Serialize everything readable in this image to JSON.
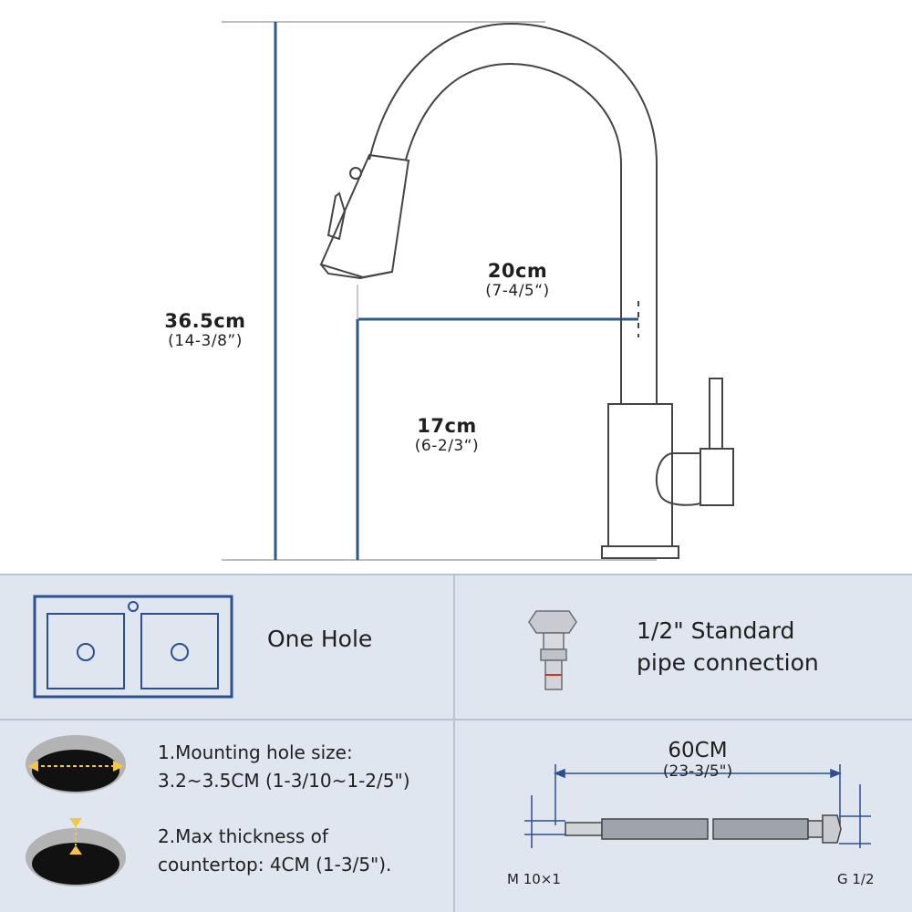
{
  "faucet": {
    "height": {
      "value": "36.5cm",
      "inch": "(14-3/8”)"
    },
    "reach": {
      "value": "20cm",
      "inch": "(7-4/5“)"
    },
    "spout_height": {
      "value": "17cm",
      "inch": "(6-2/3“)"
    }
  },
  "features": {
    "hole_label": "One Hole",
    "pipe_line1": "1/2\" Standard",
    "pipe_line2": "pipe connection"
  },
  "specs": {
    "mount_line1": "1.Mounting hole size:",
    "mount_line2": "3.2~3.5CM (1-3/10~1-2/5\")",
    "thick_line1": "2.Max thickness of",
    "thick_line2": "countertop: 4CM (1-3/5\")."
  },
  "hose": {
    "length": "60CM",
    "length_inch": "(23-3/5\")",
    "left_thread": "M 10×1",
    "right_thread": "G 1/2"
  },
  "colors": {
    "dimension_line": "#2b5a8a",
    "panel_bg": "#dfe6ef",
    "sink_blue": "#2d4f8e",
    "arrow_yellow": "#f5c44a"
  }
}
